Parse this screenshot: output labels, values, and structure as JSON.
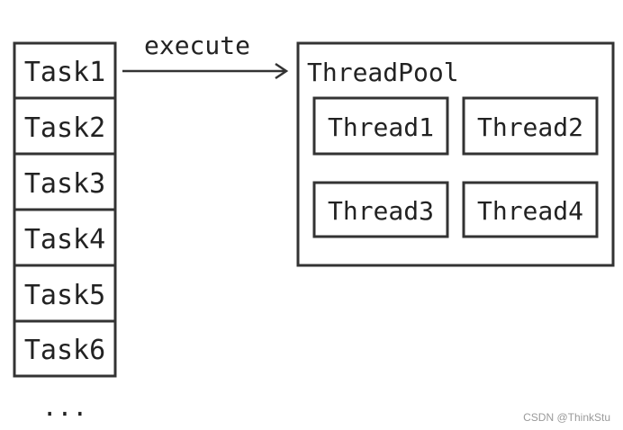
{
  "diagram": {
    "tasks": [
      "Task1",
      "Task2",
      "Task3",
      "Task4",
      "Task5",
      "Task6"
    ],
    "ellipsis": "...",
    "edge_label": "execute",
    "pool_title": "ThreadPool",
    "threads": [
      "Thread1",
      "Thread2",
      "Thread3",
      "Thread4"
    ]
  },
  "watermark": "CSDN @ThinkStu",
  "colors": {
    "stroke": "#333333",
    "text": "#222222",
    "watermark": "#9a9a9a"
  }
}
